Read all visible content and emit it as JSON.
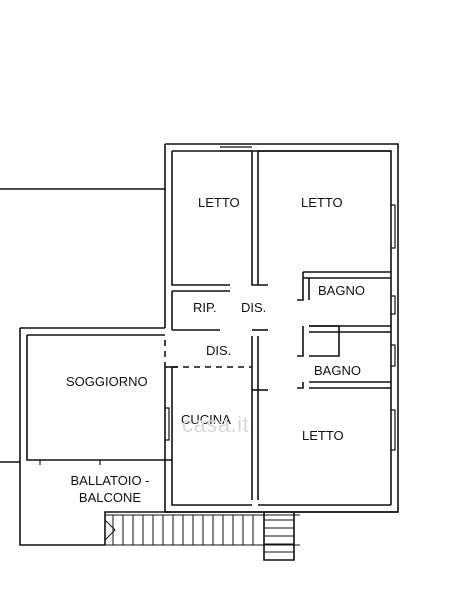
{
  "rooms": {
    "letto_1": "LETTO",
    "letto_2": "LETTO",
    "letto_3": "LETTO",
    "bagno_1": "BAGNO",
    "bagno_2": "BAGNO",
    "rip": "RIP.",
    "dis_1": "DIS.",
    "dis_2": "DIS.",
    "soggiorno": "SOGGIORNO",
    "cucina": "CUCINA",
    "ballatoio_line1": "BALLATOIO -",
    "ballatoio_line2": "BALCONE"
  },
  "watermark": {
    "text": "casa.it"
  },
  "colors": {
    "wall": "#111111",
    "background": "#ffffff",
    "watermark": "#d8d8d8"
  }
}
